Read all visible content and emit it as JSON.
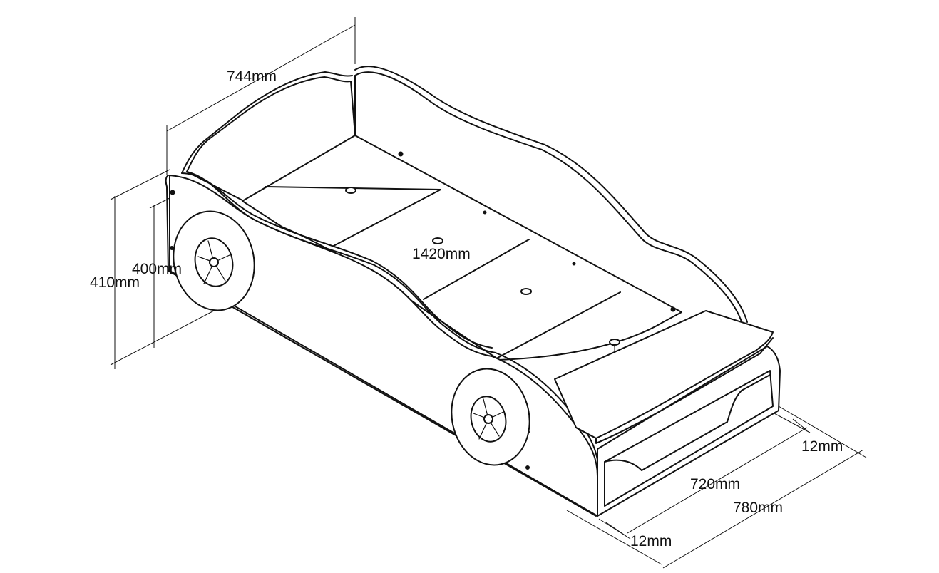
{
  "colors": {
    "line": "#111111",
    "background": "#ffffff"
  },
  "dimensions": {
    "top_width": "744mm",
    "length": "1420mm",
    "height_outer": "410mm",
    "height_inner": "400mm",
    "board_thickness_front": "12mm",
    "board_thickness_back": "12mm",
    "inner_width": "720mm",
    "outer_width": "780mm"
  }
}
